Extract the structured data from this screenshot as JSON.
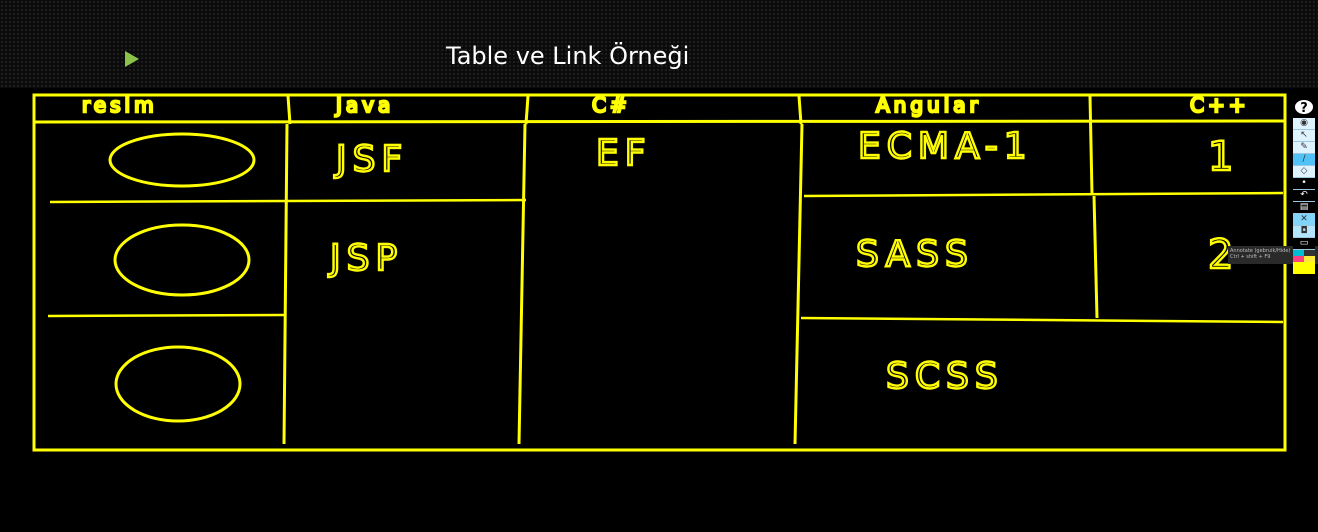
{
  "slide": {
    "title": "Table ve Link Örneği"
  },
  "table": {
    "headers": [
      "resim",
      "Java",
      "C#",
      "Angular",
      "C++"
    ],
    "java_items": [
      "JSF",
      "JSP"
    ],
    "csharp_items": [
      "EF"
    ],
    "angular_items": [
      "ECMA-1",
      "SASS",
      "SCSS"
    ],
    "cpp_items": [
      "1",
      "2"
    ]
  },
  "toolbar": {
    "tooltip_line1": "Annotate (gebruik/Hide)",
    "tooltip_line2": "Ctrl + shift + F9",
    "tools": [
      "help-icon",
      "eye-icon",
      "pointer-icon",
      "pen-icon",
      "highlighter-icon",
      "eraser-icon",
      "dot-icon",
      "undo-icon",
      "trash-icon",
      "close-icon",
      "camera-icon",
      "clipboard-icon"
    ],
    "colors": [
      "#00bcd4",
      "#ff4081",
      "#ffeb3b",
      "#333333",
      "#ffff00"
    ]
  },
  "colors": {
    "ink": "#ffff00",
    "bullet": "#8bc34a",
    "background": "#000000"
  }
}
